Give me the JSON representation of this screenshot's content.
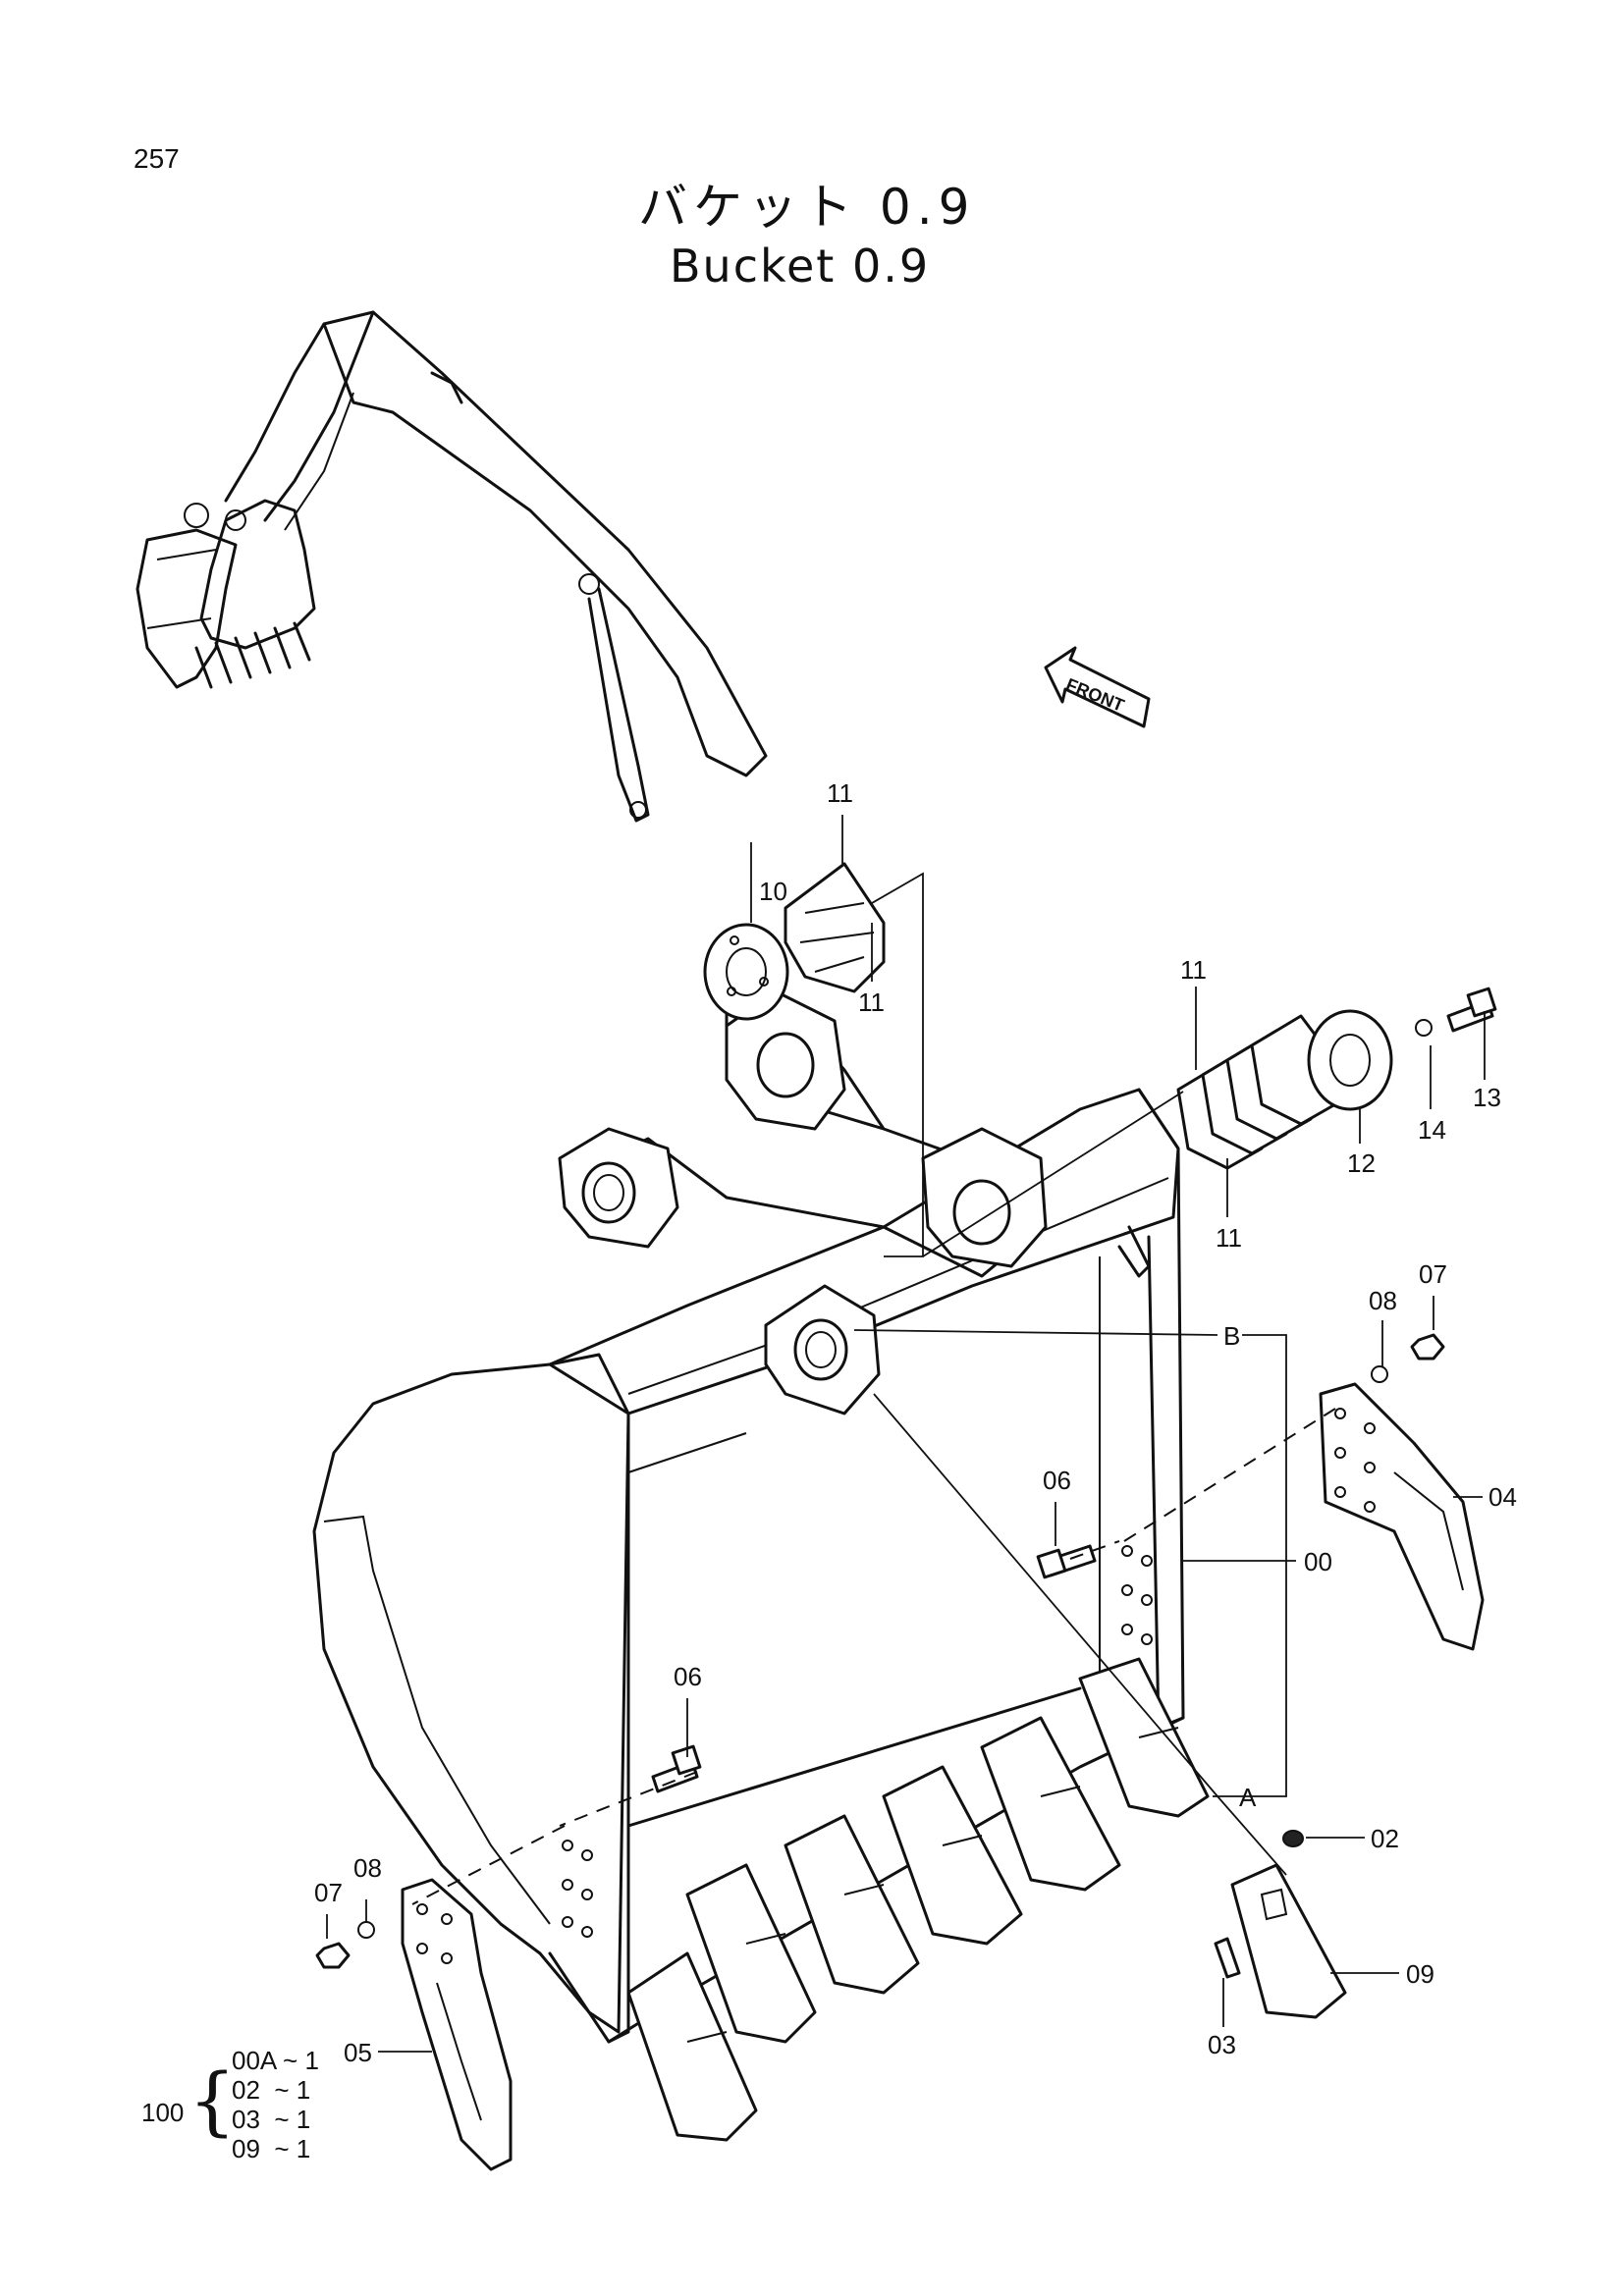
{
  "page_number": "257",
  "title_ja": "バケット 0.9",
  "title_en": "Bucket 0.9",
  "front_arrow_label": "FRONT",
  "callouts": {
    "c10": "10",
    "c11_top": "11",
    "c11_mid": "11",
    "c11_right_top": "11",
    "c11_right_bot": "11",
    "c12": "12",
    "c13": "13",
    "c14": "14",
    "c07_right": "07",
    "c08_right": "08",
    "c06_upper": "06",
    "c04": "04",
    "c00": "00",
    "ref_b": "B",
    "ref_a": "A",
    "c06_lower": "06",
    "c02": "02",
    "c09": "09",
    "c03": "03",
    "c07_left": "07",
    "c08_left": "08",
    "c05": "05"
  },
  "kit": {
    "number": "100",
    "lines": [
      "00A ~ 1",
      "02  ~ 1",
      "03  ~ 1",
      "09  ~ 1"
    ]
  }
}
